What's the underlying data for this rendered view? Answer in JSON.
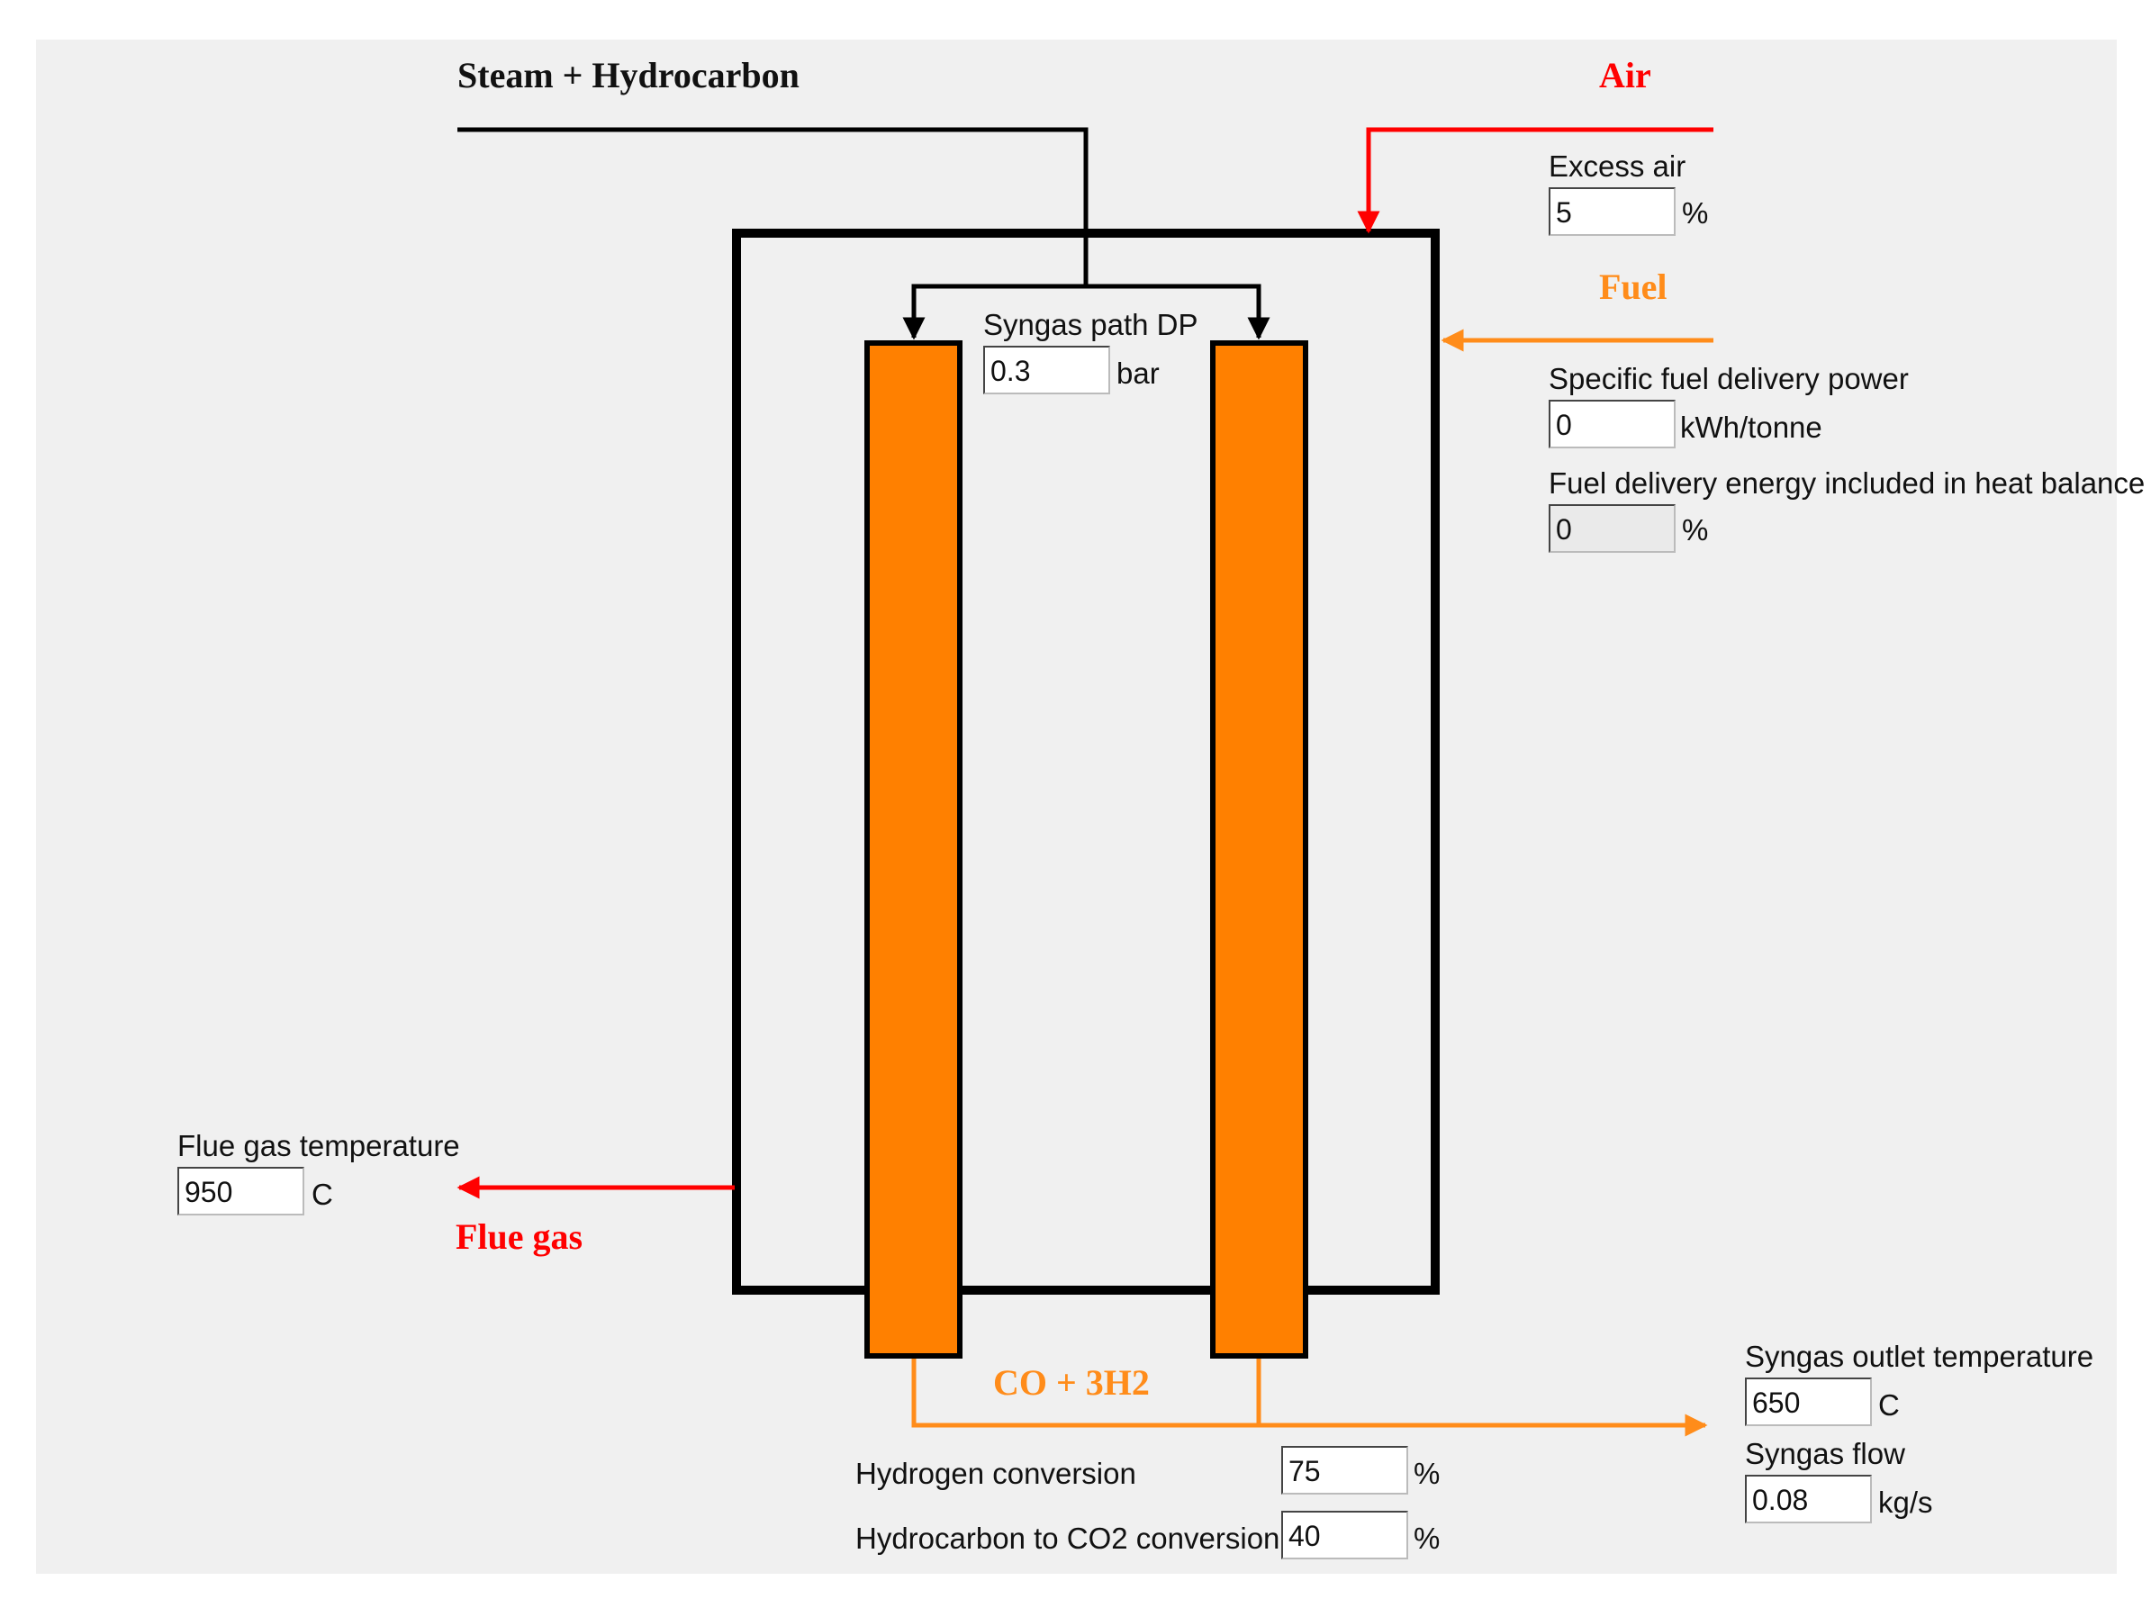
{
  "streams": {
    "steam_hydrocarbon": "Steam + Hydrocarbon",
    "air": "Air",
    "fuel": "Fuel",
    "flue_gas": "Flue gas",
    "product": "CO + 3H2"
  },
  "fields": {
    "excess_air": {
      "label": "Excess air",
      "value": "5",
      "unit": "%"
    },
    "syngas_path_dp": {
      "label": "Syngas path DP",
      "value": "0.3",
      "unit": "bar"
    },
    "fuel_delivery_power": {
      "label": "Specific fuel delivery power",
      "value": "0",
      "unit": "kWh/tonne"
    },
    "fuel_delivery_energy": {
      "label": "Fuel delivery energy included in heat balance",
      "value": "0",
      "unit": "%"
    },
    "flue_gas_temperature": {
      "label": "Flue gas temperature",
      "value": "950",
      "unit": "C"
    },
    "syngas_outlet_temperature": {
      "label": "Syngas outlet temperature",
      "value": "650",
      "unit": "C"
    },
    "syngas_flow": {
      "label": "Syngas flow",
      "value": "0.08",
      "unit": "kg/s"
    },
    "hydrogen_conversion": {
      "label": "Hydrogen conversion",
      "value": "75",
      "unit": "%"
    },
    "hydrocarbon_co2_conversion": {
      "label": "Hydrocarbon to CO2 conversion",
      "value": "40",
      "unit": "%"
    }
  },
  "colors": {
    "background": "#f0f0f0",
    "tube_fill": "#ff8000",
    "air_line": "#ff0000",
    "fuel_line": "#ff8c1a",
    "flue_line": "#ff0000",
    "product_line": "#ff8c1a",
    "outline": "#000000"
  }
}
